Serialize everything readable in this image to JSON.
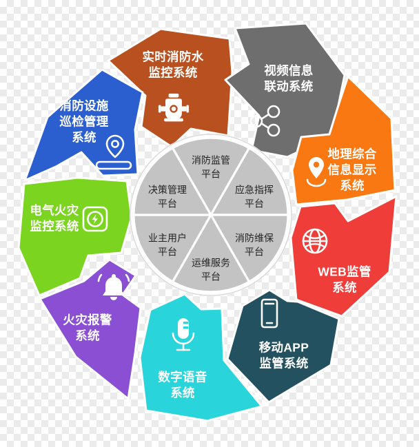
{
  "diagram": {
    "type": "radial-petal-wheel",
    "hub": {
      "name": "platform-hub",
      "fill_color": "#c3c3c3",
      "ring_color": "#ffffff",
      "segments": [
        {
          "id": "fire-supervision",
          "label_line1": "消防监管",
          "label_line2": "平台",
          "position": "top"
        },
        {
          "id": "emergency-command",
          "label_line1": "应急指挥",
          "label_line2": "平台",
          "position": "top-right"
        },
        {
          "id": "fire-maintenance",
          "label_line1": "消防维保",
          "label_line2": "平台",
          "position": "bottom-right"
        },
        {
          "id": "ops-service",
          "label_line1": "运维服务",
          "label_line2": "平台",
          "position": "bottom"
        },
        {
          "id": "owner-user",
          "label_line1": "业主用户",
          "label_line2": "平台",
          "position": "bottom-left"
        },
        {
          "id": "decision-management",
          "label_line1": "决策管理",
          "label_line2": "平台",
          "position": "top-left"
        }
      ]
    },
    "petals": [
      {
        "id": "realtime-fire-water",
        "lines": [
          "实时消防水",
          "监控系统"
        ],
        "color": "#b8501f",
        "icon": "fire-hydrant-icon",
        "angle": -68
      },
      {
        "id": "video-linkage",
        "lines": [
          "视频信息",
          "联动系统"
        ],
        "color": "#6e6e6e",
        "icon": "share-network-icon",
        "angle": -25
      },
      {
        "id": "geographic-info-display",
        "lines": [
          "地理综合",
          "信息显示",
          "系统"
        ],
        "color": "#f97812",
        "icon": "map-pin-icon",
        "angle": 17
      },
      {
        "id": "web-supervision",
        "lines": [
          "WEB监管",
          "系统"
        ],
        "color": "#ef3d3a",
        "icon": "globe-icon",
        "angle": 60
      },
      {
        "id": "mobile-app-supervision",
        "lines": [
          "移动APP",
          "监管系统"
        ],
        "color": "#235160",
        "icon": "smartphone-icon",
        "angle": 103
      },
      {
        "id": "digital-voice",
        "lines": [
          "数字语音",
          "系统"
        ],
        "color": "#29d4da",
        "icon": "microphone-icon",
        "angle": 146
      },
      {
        "id": "fire-alarm",
        "lines": [
          "火灾报警",
          "系统"
        ],
        "color": "#8a4fd3",
        "icon": "bell-icon",
        "angle": 189
      },
      {
        "id": "electrical-fire-monitoring",
        "lines": [
          "电气火灾",
          "监控系统"
        ],
        "color": "#7ad420",
        "icon": "power-outlet-icon",
        "angle": 228
      },
      {
        "id": "fire-facility-inspection",
        "lines": [
          "消防设施",
          "巡检管理",
          "系统"
        ],
        "color": "#2b5fd0",
        "icon": "pin-location-base-icon",
        "angle": 268
      }
    ]
  }
}
